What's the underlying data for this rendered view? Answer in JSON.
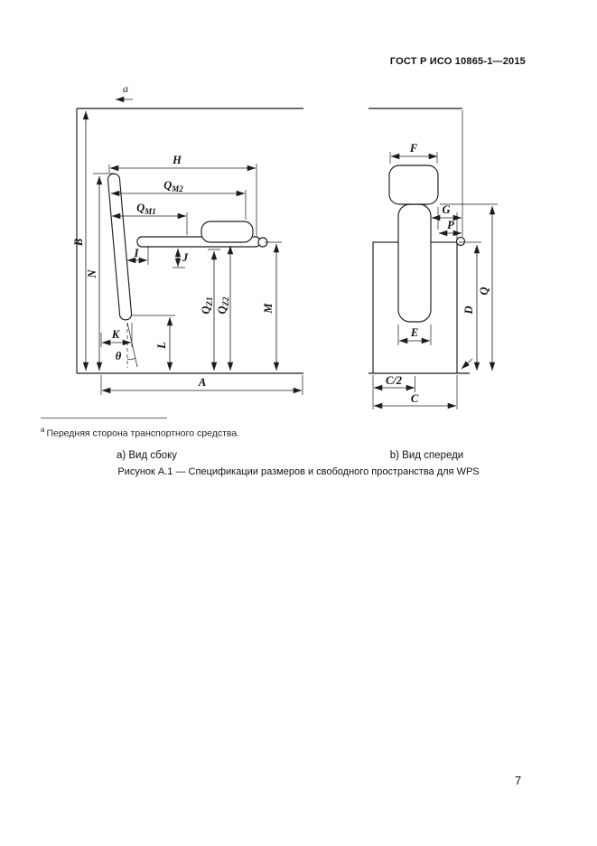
{
  "header": {
    "standard_number": "ГОСТ Р ИСО 10865-1—2015"
  },
  "page_number": "7",
  "direction_marker": {
    "label": "a"
  },
  "footnote": {
    "marker": "a",
    "text": "Передняя сторона транспортного средства."
  },
  "captions": {
    "side_view": "a) Вид сбоку",
    "front_view": "b) Вид спереди",
    "figure": "Рисунок А.1 — Спецификации размеров и свободного пространства для WPS"
  },
  "side_view_labels": {
    "A": "A",
    "B": "B",
    "N": "N",
    "H": "H",
    "I": "I",
    "J": "J",
    "K": "K",
    "L": "L",
    "M": "M",
    "theta": "θ",
    "Q": "Q",
    "sub_m1": "M1",
    "sub_m2": "M2",
    "sub_z1": "Z1",
    "sub_z2": "Z2"
  },
  "front_view_labels": {
    "F": "F",
    "G": "G",
    "P": "P",
    "Q": "Q",
    "D": "D",
    "E": "E",
    "C_half": "C/2",
    "C": "C"
  }
}
